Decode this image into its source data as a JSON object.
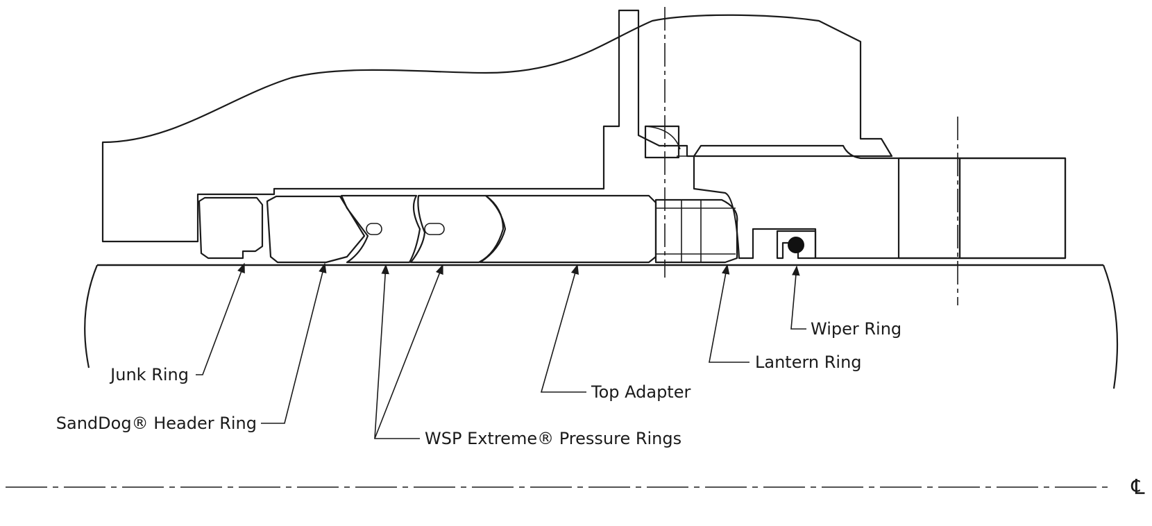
{
  "diagram": {
    "labels": {
      "junk_ring": "Junk Ring",
      "sanddog_header_ring": "SandDog® Header Ring",
      "wsp_pressure_rings": "WSP Extreme® Pressure Rings",
      "top_adapter": "Top Adapter",
      "lantern_ring": "Lantern Ring",
      "wiper_ring": "Wiper Ring"
    },
    "centerline_symbol": "℄"
  }
}
